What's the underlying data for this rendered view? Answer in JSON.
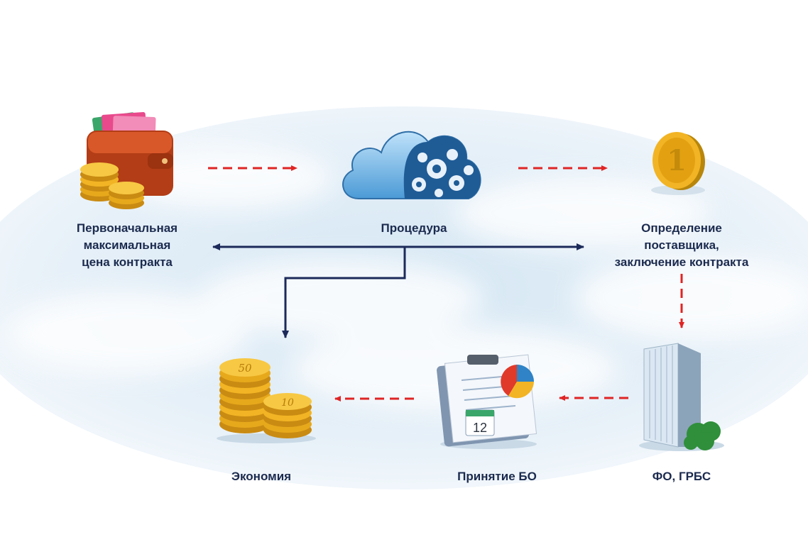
{
  "nodes": {
    "nmck": {
      "line1": "Первоначальная",
      "line2": "максимальная",
      "line3": "цена контракта",
      "icon": "wallet-with-coins-icon"
    },
    "procedure": {
      "label": "Процедура",
      "icon": "cloud-gears-icon"
    },
    "contract": {
      "line1": "Определение",
      "line2": "поставщика,",
      "line3": "заключение контракта",
      "icon": "gold-coin-icon"
    },
    "fo": {
      "label": "ФО, ГРБС",
      "icon": "office-building-icon"
    },
    "bo": {
      "label": "Принятие БО",
      "icon": "clipboard-calendar-icon",
      "calendar_day": "12"
    },
    "economy": {
      "label": "Экономия",
      "icon": "coin-stacks-icon",
      "coin_large": "50",
      "coin_small": "10"
    }
  },
  "colors": {
    "label": "#1b2a4e",
    "dashed_arrow": "#e02424",
    "solid_arrow": "#1c2a5a",
    "coin_gold": "#f2b424",
    "wallet": "#c2461e",
    "cloud": "#6fb6e6"
  }
}
